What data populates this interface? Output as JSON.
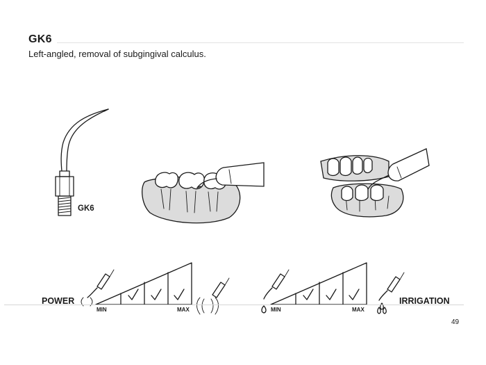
{
  "header": {
    "title": "GK6",
    "subtitle": "Left-angled, removal of subgingival calculus."
  },
  "illustrations": {
    "tip_label": "GK6"
  },
  "settings": {
    "power": {
      "label": "POWER",
      "min_label": "MIN",
      "max_label": "MAX",
      "checked_steps": 3
    },
    "irrigation": {
      "label": "IRRIGATION",
      "min_label": "MIN",
      "max_label": "MAX",
      "checked_steps": 3
    }
  },
  "footer": {
    "page_number": "49"
  }
}
